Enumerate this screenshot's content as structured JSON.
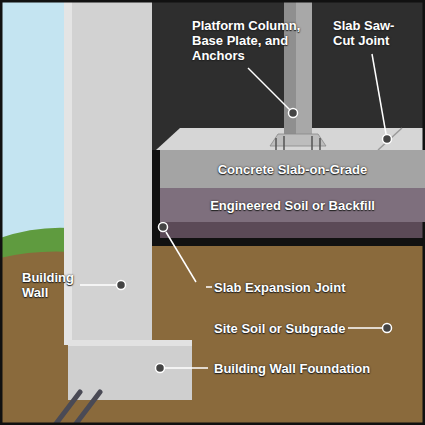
{
  "diagram": {
    "nodes": [
      {
        "text": [
          "Concrete Slab-on-Grade"
        ]
      },
      {
        "text": [
          "Engineered Soil or Backfill"
        ]
      }
    ],
    "labels": [
      "Platform Column, Base Plate, and Anchors",
      "Slab Saw-Cut Joint",
      "Building Wall",
      "Slab Expansion Joint",
      "Site Soil or Subgrade",
      "Building Wall Foundation"
    ]
  }
}
